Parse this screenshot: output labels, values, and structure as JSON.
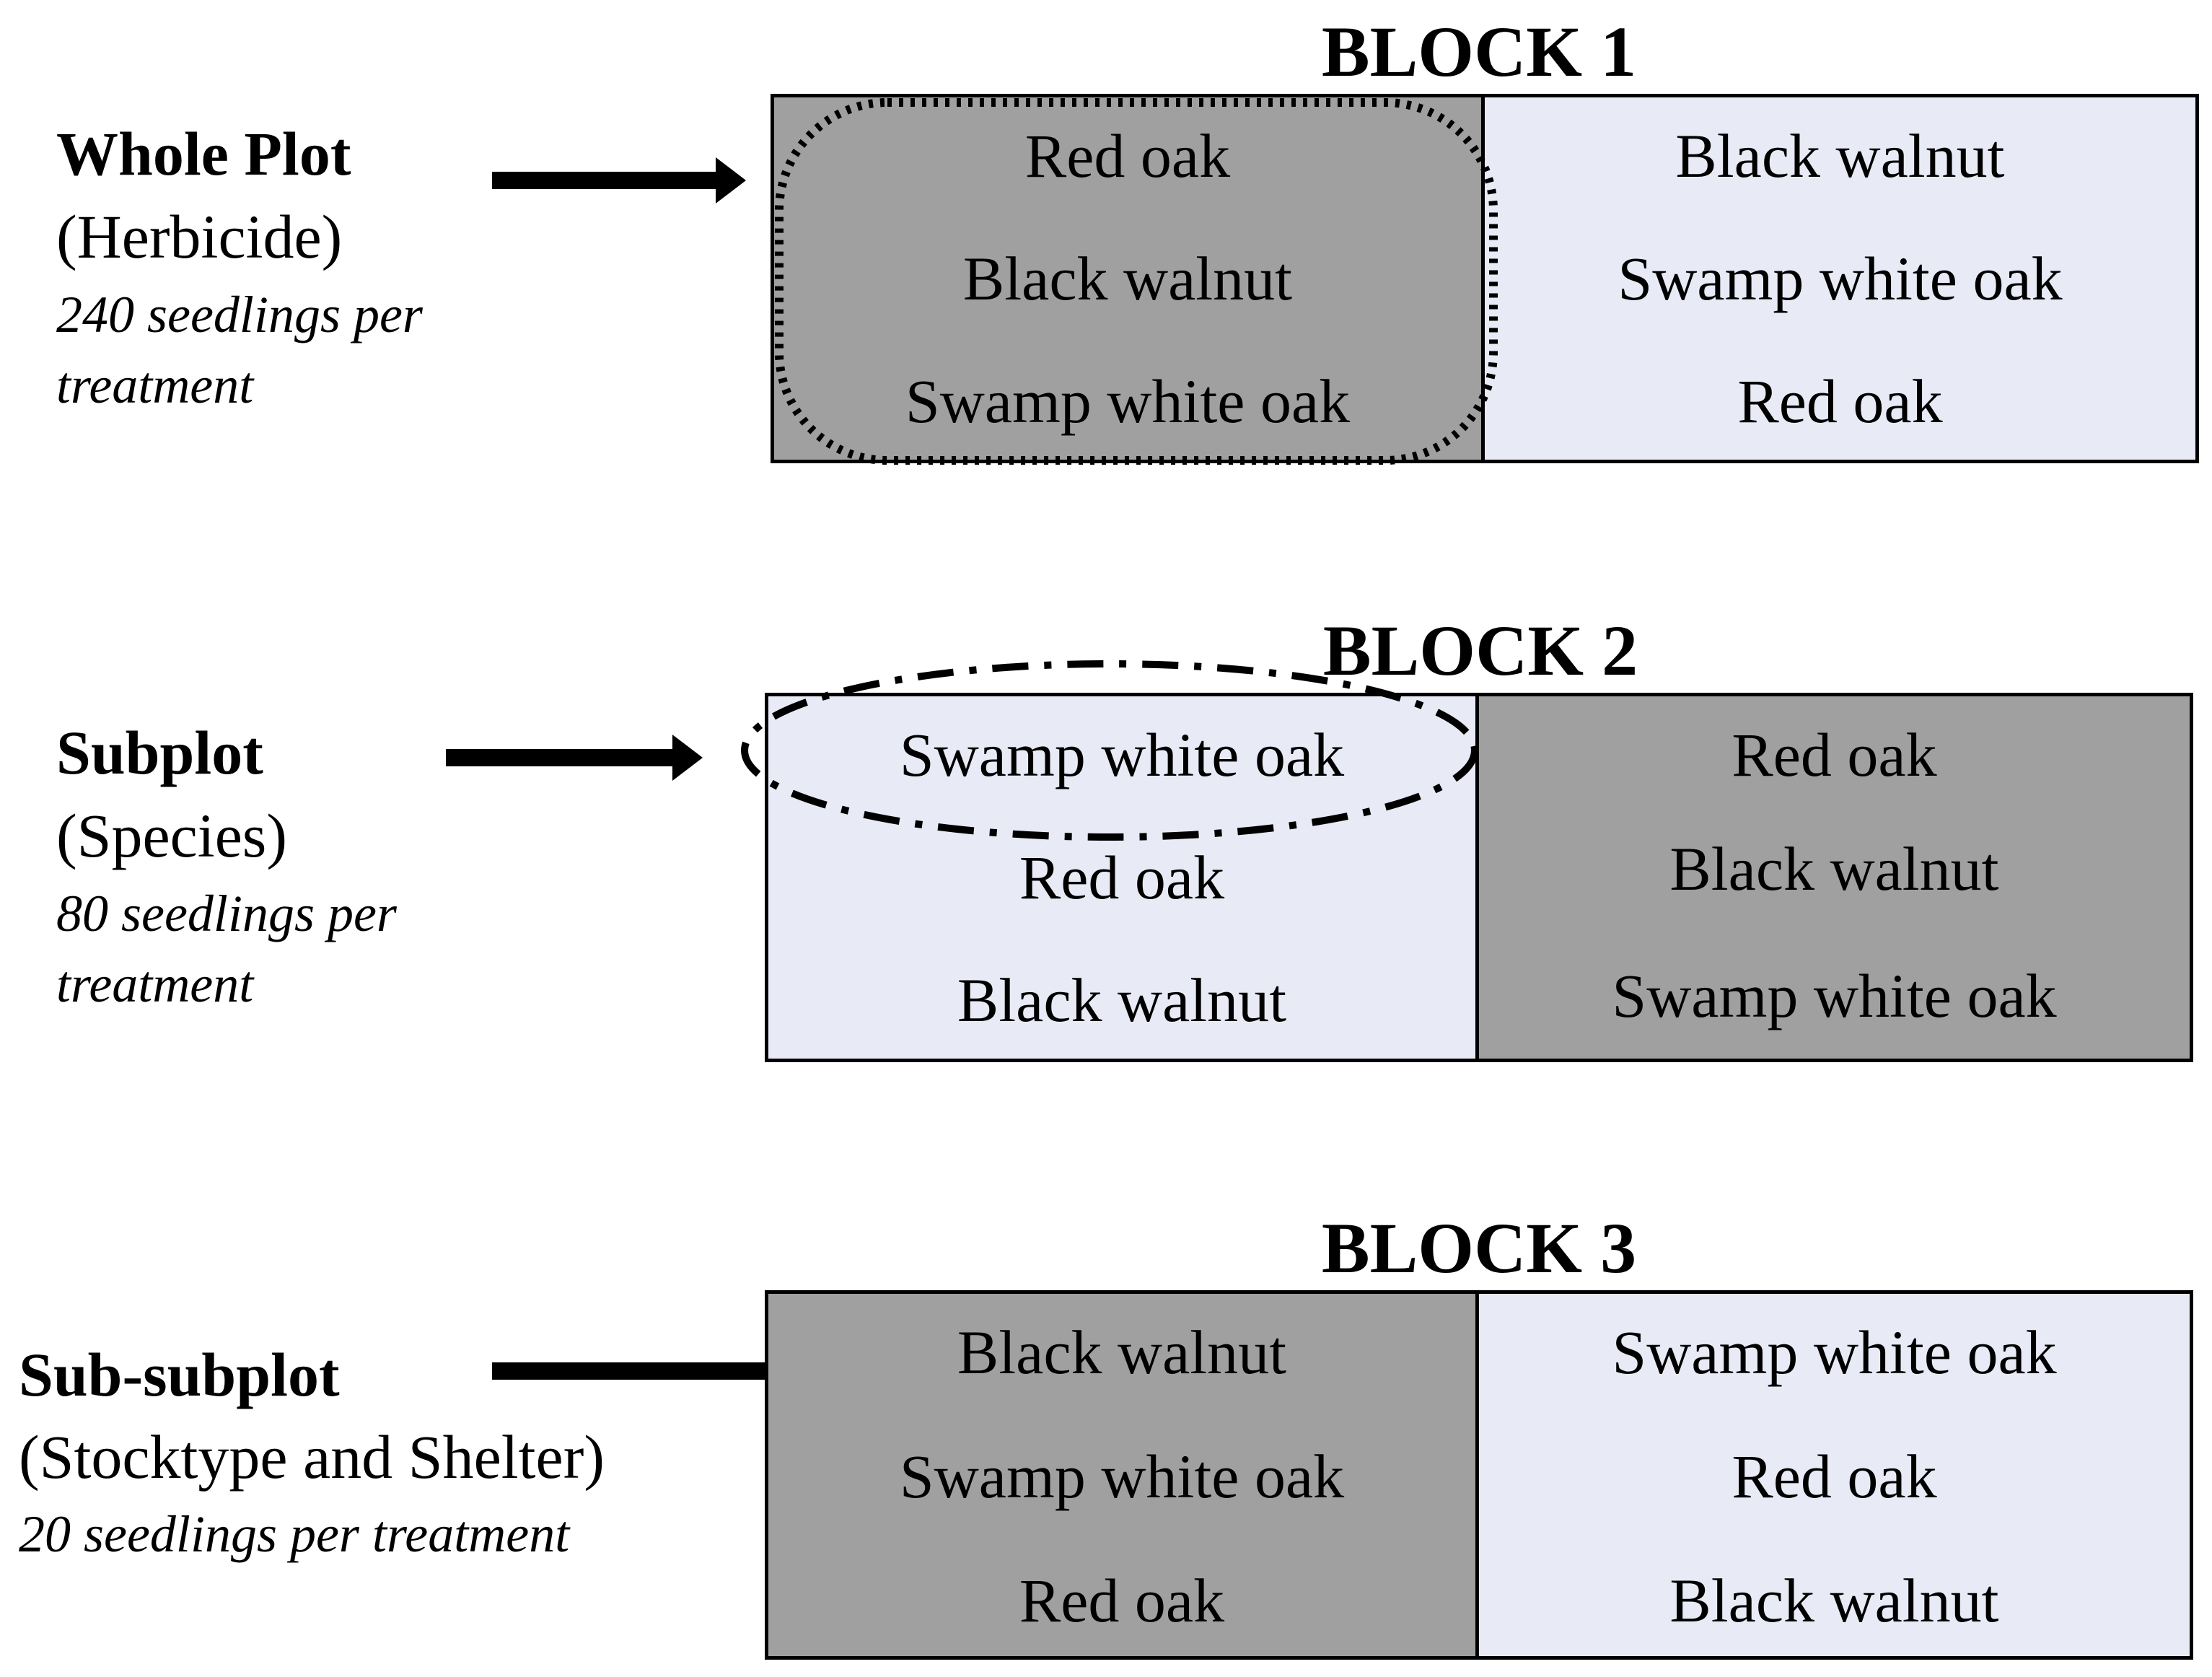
{
  "legend": {
    "whole_plot": {
      "title": "Whole Plot",
      "factor": "(Herbicide)",
      "note_line1": "240 seedlings per",
      "note_line2": "treatment"
    },
    "subplot": {
      "title": "Subplot",
      "factor": "(Species)",
      "note_line1": "80 seedlings per",
      "note_line2": "treatment"
    },
    "sub_subplot": {
      "title": "Sub-subplot",
      "factor": "(Stocktype and Shelter)",
      "note_line1": "20 seedlings per treatment"
    }
  },
  "blocks": [
    {
      "title": "BLOCK 1",
      "left": {
        "shade": "dark",
        "species": [
          "Red oak",
          "Black walnut",
          "Swamp white oak"
        ]
      },
      "right": {
        "shade": "light",
        "species": [
          "Black walnut",
          "Swamp white oak",
          "Red oak"
        ]
      }
    },
    {
      "title": "BLOCK 2",
      "left": {
        "shade": "light",
        "species": [
          "Swamp white oak",
          "Red oak",
          "Black walnut"
        ]
      },
      "right": {
        "shade": "dark",
        "species": [
          "Red oak",
          "Black walnut",
          "Swamp white oak"
        ]
      }
    },
    {
      "title": "BLOCK 3",
      "left": {
        "shade": "dark",
        "species": [
          "Black walnut",
          "Swamp white oak",
          "Red oak"
        ]
      },
      "right": {
        "shade": "light",
        "species": [
          "Swamp white oak",
          "Red oak",
          "Black walnut"
        ]
      }
    }
  ],
  "colors": {
    "dark_plot": "#a0a0a0",
    "light_plot": "#e8eaf6",
    "outline": "#000000"
  }
}
